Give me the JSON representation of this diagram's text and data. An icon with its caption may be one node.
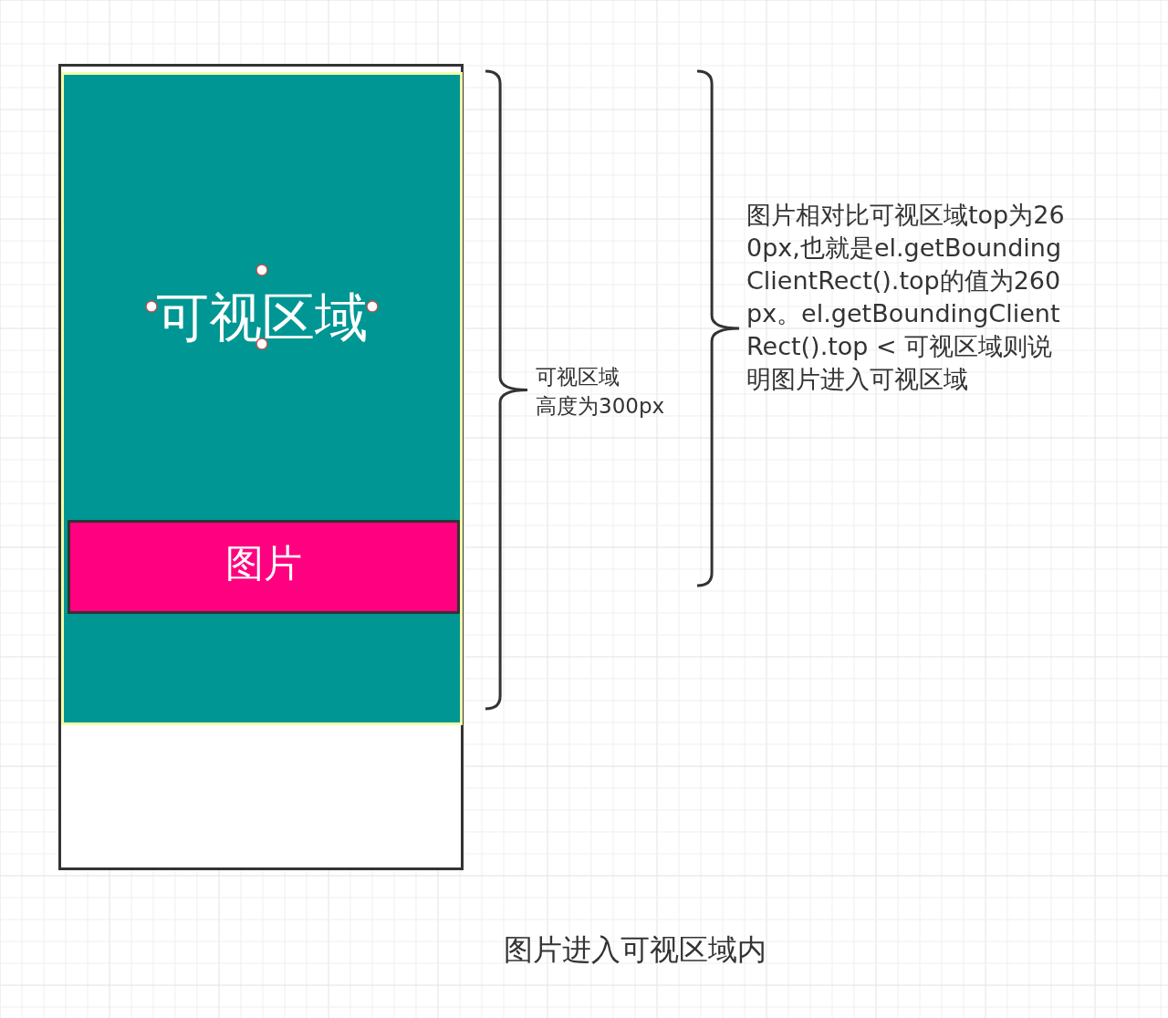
{
  "diagram": {
    "caption": "图片进入可视区域内",
    "nodes": [
      {
        "text": [],
        "shape": "box"
      },
      {
        "text": [
          "可视区域"
        ],
        "in": 0
      },
      {
        "text": [
          "图片"
        ],
        "in": 1
      }
    ],
    "edges": [],
    "labels": [
      "可视区域",
      "高度为300px",
      "图片相对比可视区域top为260px,也就是el.getBoundingClientRect().top的值为260px。el.getBoundingClientRect().top < 可视区域则说明图片进入可视区域"
    ]
  }
}
